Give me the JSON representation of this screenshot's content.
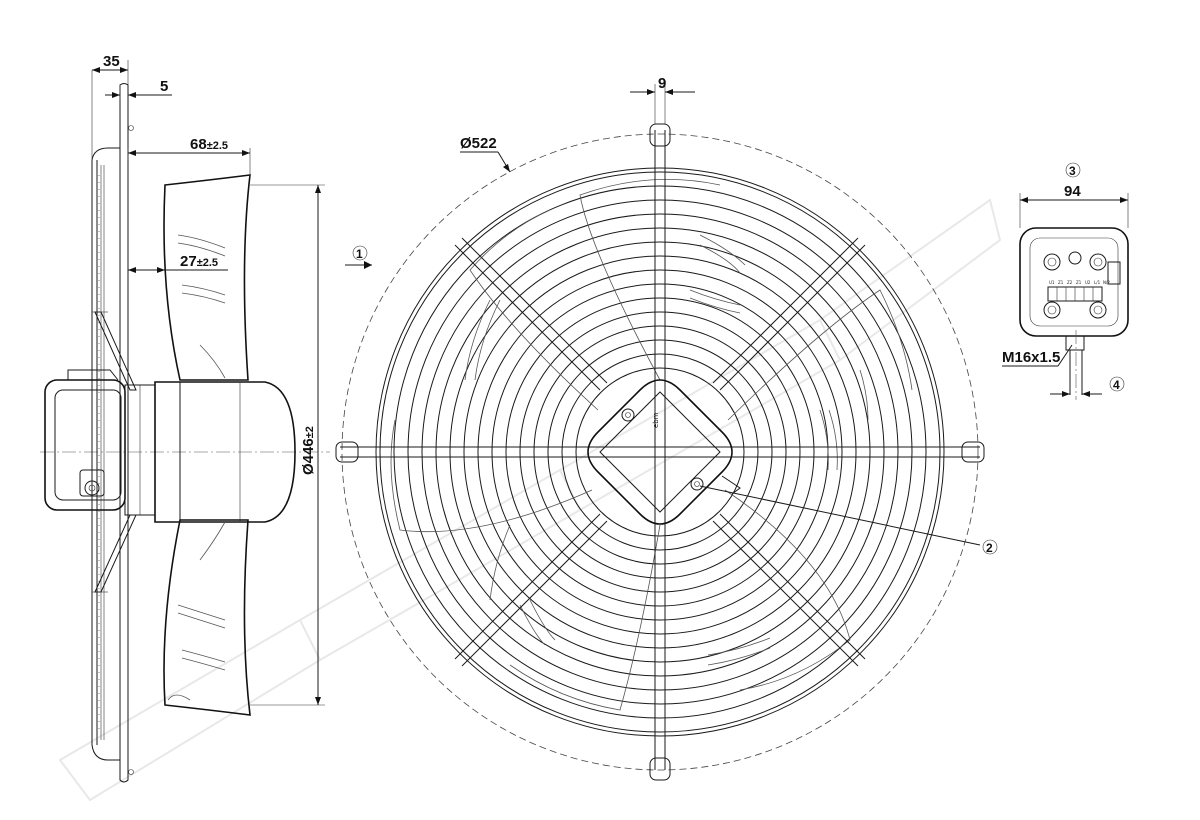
{
  "dimensions": {
    "side_total_depth": "35",
    "flange_thickness": "5",
    "blade_offset": "68",
    "blade_offset_tol": "±2.5",
    "hub_offset": "27",
    "hub_offset_tol": "±2.5",
    "blade_diameter": "Ø446",
    "blade_diameter_tol": "±2",
    "guard_diameter": "Ø522",
    "guard_bar_width": "9",
    "terminal_box_width": "94",
    "cable_gland_thread": "M16x1.5"
  },
  "callouts": {
    "airflow": "1",
    "rotation": "2",
    "terminal_box": "3",
    "cable": "4"
  },
  "terminal_labels": [
    "U1",
    "Z1",
    "Z2",
    "Z1",
    "U2",
    "L/1",
    "N/2"
  ],
  "hub_brand": "ebm"
}
